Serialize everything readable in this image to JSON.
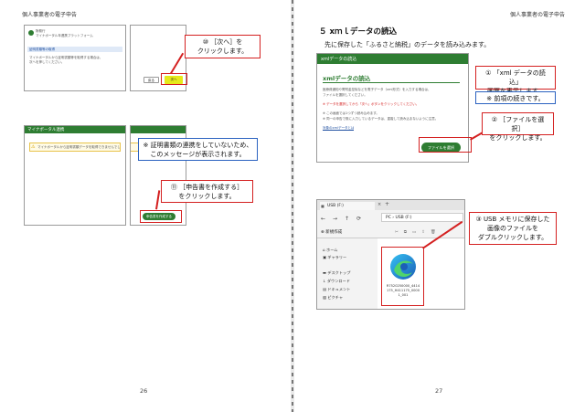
{
  "header": {
    "left_title": "個人事業者の電子申告",
    "right_title": "個人事業者の電子申告"
  },
  "left_page": {
    "page_number": "26",
    "shot1": {
      "logo_line1": "財務行",
      "logo_line2": "マイナポータル年連携プラットフォーム",
      "section": "証明書類等の取得",
      "body_line1": "マイナポータルから証明書類等を取得する場合は、",
      "body_line2": "次へを押してください。",
      "back_label": "戻る",
      "next_label": "次へ"
    },
    "callout_10": "⑩ ［次へ］を\nクリックします。",
    "shot2": {
      "title": "マイナポータル連携",
      "warning": "マイナポータルから証明書類データを取得できませんでした。",
      "create_label": "申告書を作成する"
    },
    "note_blue": "※ 証明書類の連携をしていないため、\nこのメッセージが表示されます。",
    "callout_11": "⑪ ［申告書を作成する］\nをクリックします。"
  },
  "right_page": {
    "page_number": "27",
    "section_title": "５ xｍｌデータの読込",
    "section_sub": "先に保存した「ふるさと納税」のデータを読み込みます。",
    "xml_screen": {
      "bar_title": "xmlデータの読込",
      "heading": "xmlデータの読込",
      "para1": "医療費通知や寄附金控除などを電子データ（xml形式）を入力する場合は、",
      "para2": "ファイルを選択してください。",
      "warn": "※ データを選択してから「次へ」ボタンをクリックしてください。",
      "item1": "※ この画面では1つずつ読み込めます。",
      "item2": "※ 同一の申告で既に入力しているデータは、重複して読み込まないように注意。",
      "link": "対象のxmlデータとは",
      "file_button": "ファイルを選択"
    },
    "callout_1": "① 「xml データの読込」\n画面を表示します。",
    "note_blue": "※ 前項の続きです。",
    "callout_2": "② ［ファイルを選択］\nをクリックします。",
    "explorer": {
      "tab_title": "USB (F:)",
      "path_pc": "PC",
      "path_usb": "USB (F:)",
      "new_label": "新規作成",
      "sidebar": [
        "ホーム",
        "ギャラリー",
        "デスクトップ",
        "ダウンロード",
        "ドキュメント",
        "ピクチャ"
      ],
      "file_name_1": "R7520250000_4414",
      "file_name_2": "175_H411175_0000",
      "file_name_3": "1_001"
    },
    "callout_3": "③ USB メモリに保存した\n画像のファイルを\nダブルクリックします。"
  },
  "colors": {
    "accent_red": "#d42020",
    "accent_blue": "#2b62c0",
    "green": "#2e7d32"
  }
}
